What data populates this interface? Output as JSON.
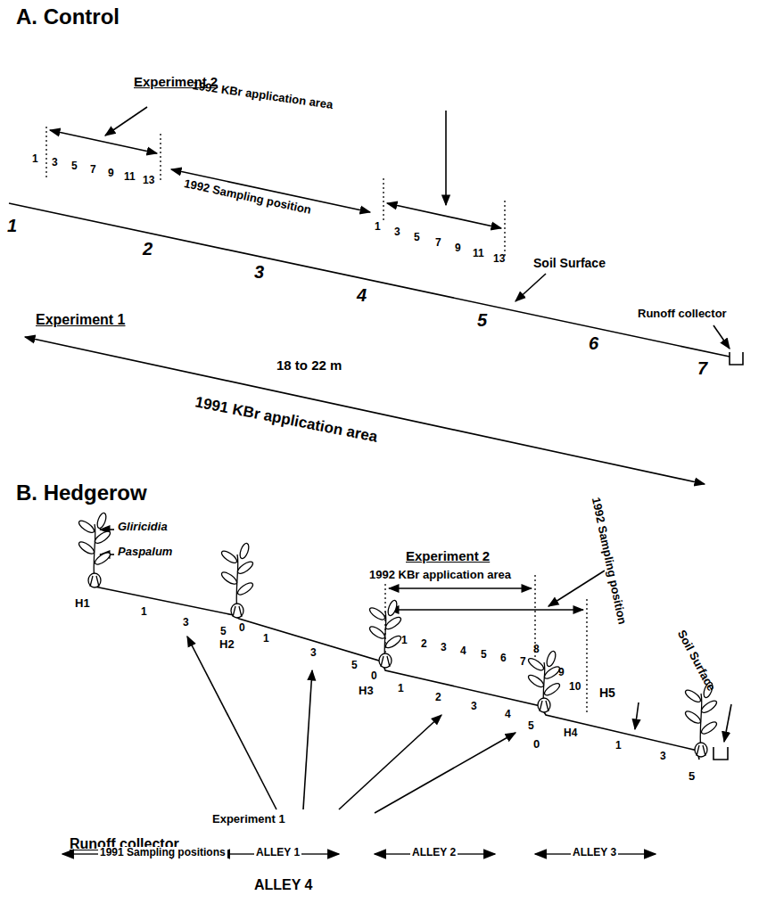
{
  "diagram": {
    "labels": [
      "A. Control",
      "Experiment 2",
      "1992 KBr application area",
      "1",
      "3",
      "5",
      "7",
      "9",
      "11",
      "13",
      "1",
      "2",
      "3",
      "4",
      "5",
      "6",
      "7",
      "1992 Sampling position",
      "1",
      "3",
      "5",
      "7",
      "9",
      "11",
      "13",
      "Soil Surface",
      "Runoff collector",
      "Experiment 1",
      "18 to 22 m",
      "1991 KBr application area",
      "B. Hedgerow",
      "Gliricidia",
      "Paspalum",
      "H1",
      "1",
      "3",
      "5",
      "H2",
      "0",
      "1",
      "3",
      "5",
      "Experiment 2",
      "1992 KBr application area",
      "1992 Sampling position",
      "0",
      "1",
      "2",
      "3",
      "4",
      "5",
      "6",
      "7",
      "8",
      "9",
      "10",
      "H3",
      "1",
      "2",
      "3",
      "4",
      "5",
      "0",
      "H4",
      "1",
      "3",
      "5",
      "H5",
      "Soil Surface",
      "Runoff collector",
      "Experiment 1",
      "1991 Sampling positions",
      "ALLEY 1",
      "ALLEY 2",
      "ALLEY 3",
      "ALLEY 4",
      "1991 KBr application area"
    ]
  }
}
